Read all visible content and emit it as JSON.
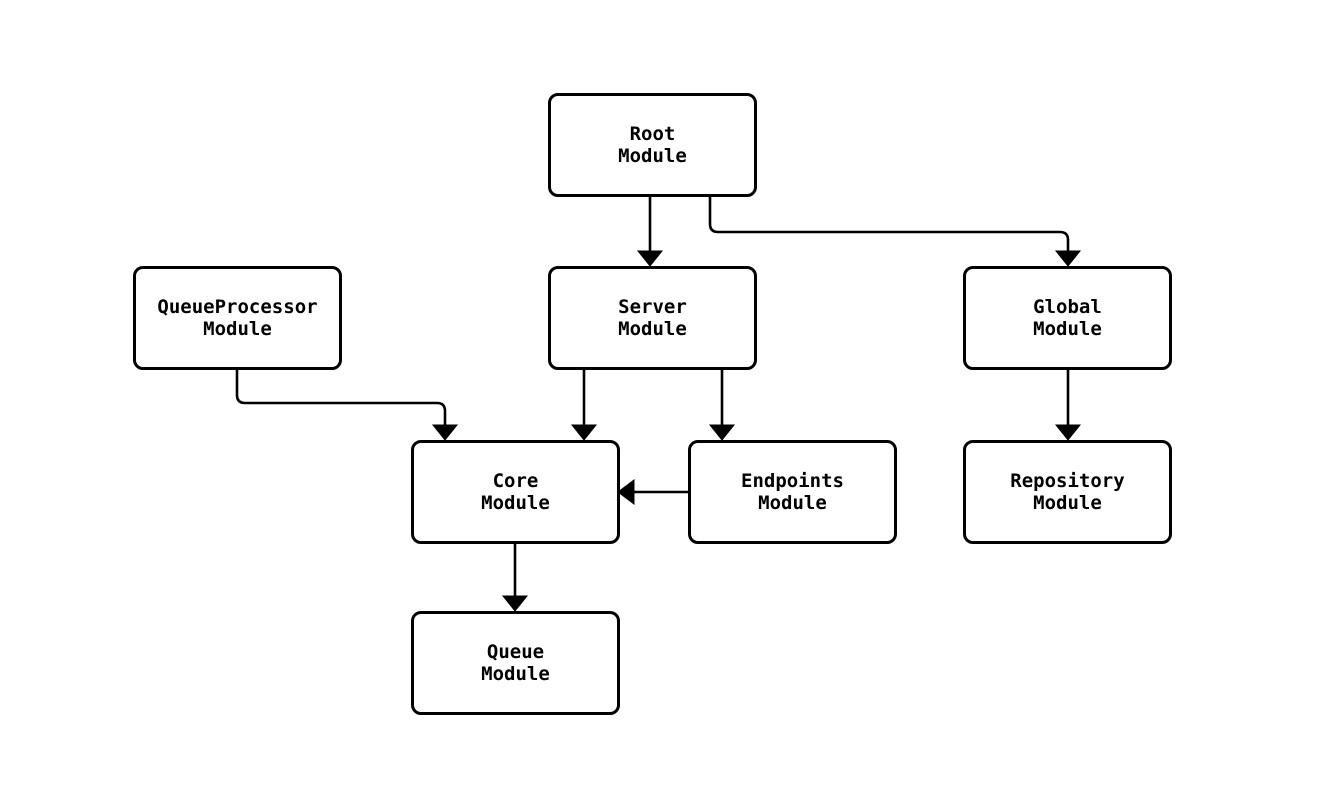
{
  "diagram": {
    "type": "dependency-graph",
    "background_color": "#ffffff",
    "node_fill_color": "#ffffff",
    "node_border_color": "#000000",
    "edge_color": "#000000",
    "text_color": "#000000",
    "nodes": [
      {
        "id": "root",
        "line1": "Root",
        "line2": "Module"
      },
      {
        "id": "queueprocessor",
        "line1": "QueueProcessor",
        "line2": "Module"
      },
      {
        "id": "server",
        "line1": "Server",
        "line2": "Module"
      },
      {
        "id": "global",
        "line1": "Global",
        "line2": "Module"
      },
      {
        "id": "core",
        "line1": "Core",
        "line2": "Module"
      },
      {
        "id": "endpoints",
        "line1": "Endpoints",
        "line2": "Module"
      },
      {
        "id": "repository",
        "line1": "Repository",
        "line2": "Module"
      },
      {
        "id": "queue",
        "line1": "Queue",
        "line2": "Module"
      }
    ],
    "edges": [
      {
        "from": "Root Module",
        "to": "Server Module"
      },
      {
        "from": "Root Module",
        "to": "Global Module"
      },
      {
        "from": "QueueProcessor Module",
        "to": "Core Module"
      },
      {
        "from": "Server Module",
        "to": "Core Module"
      },
      {
        "from": "Server Module",
        "to": "Endpoints Module"
      },
      {
        "from": "Endpoints Module",
        "to": "Core Module"
      },
      {
        "from": "Core Module",
        "to": "Queue Module"
      },
      {
        "from": "Global Module",
        "to": "Repository Module"
      }
    ]
  }
}
